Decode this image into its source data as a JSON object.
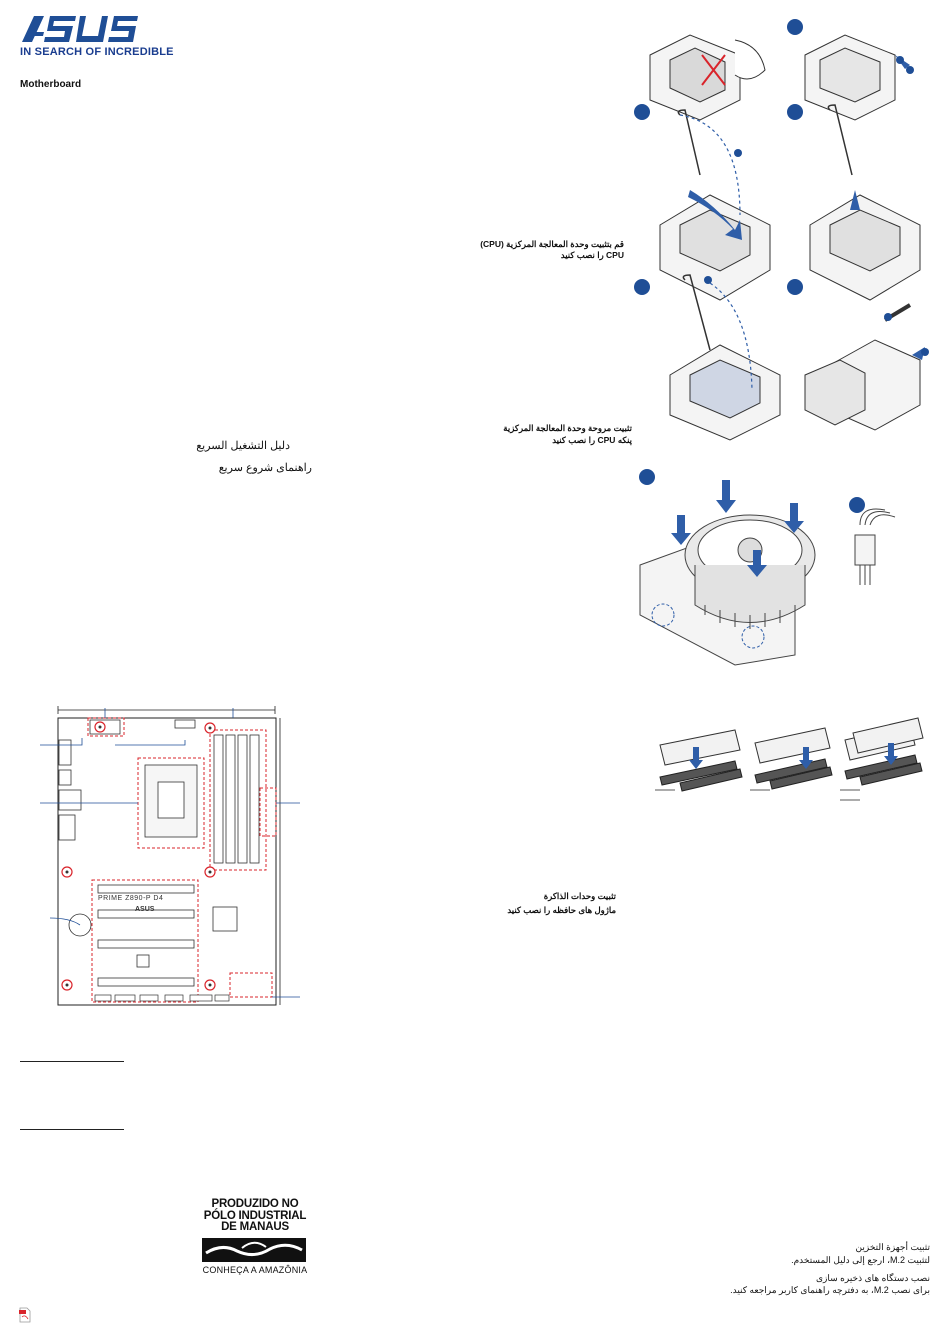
{
  "brand": {
    "logo_text": "ASUS",
    "tagline": "IN SEARCH OF INCREDIBLE",
    "color": "#1f4e96"
  },
  "document": {
    "type_label": "Motherboard",
    "quick_start_ar": "دليل التشغيل السريع",
    "quick_start_fa": "راهنمای شروع سریع"
  },
  "sections": {
    "cpu_install_ar": "قم بتثبيت وحدة المعالجة المركزية (CPU)",
    "cpu_install_fa": "CPU را نصب کنید",
    "cooler_install_ar": "تثبيت مروحة وحدة المعالجة المركزية",
    "cooler_install_fa": "پنکه CPU را نصب کنید",
    "memory_install_ar": "تثبيت وحدات الذاكرة",
    "memory_install_fa": "ماژول های حافظه را نصب کنید",
    "storage_ar_title": "تثبيت أجهزة التخزين",
    "storage_ar_body": "لتثبيت M.2، ارجع إلى دليل المستخدم.",
    "storage_fa_title": "نصب دستگاه های ذخیره سازی",
    "storage_fa_body": "برای نصب M.2، به دفترچه راهنمای کاربر مراجعه کنید."
  },
  "board": {
    "model_label": "PRIME Z890-P D4",
    "brand_mark": "ASUS"
  },
  "manaus": {
    "title_line1": "PRODUZIDO NO",
    "title_line2": "PÓLO INDUSTRIAL",
    "title_line3": "DE MANAUS",
    "subtitle": "CONHEÇA A AMAZÔNIA"
  },
  "icons": {
    "pdf": "pdf-file-icon",
    "step_badge": "step-number-badge"
  },
  "colors": {
    "accent_blue": "#1f4e96",
    "dashed_red": "#d9242b",
    "arrow_blue": "#2f5ea8"
  }
}
